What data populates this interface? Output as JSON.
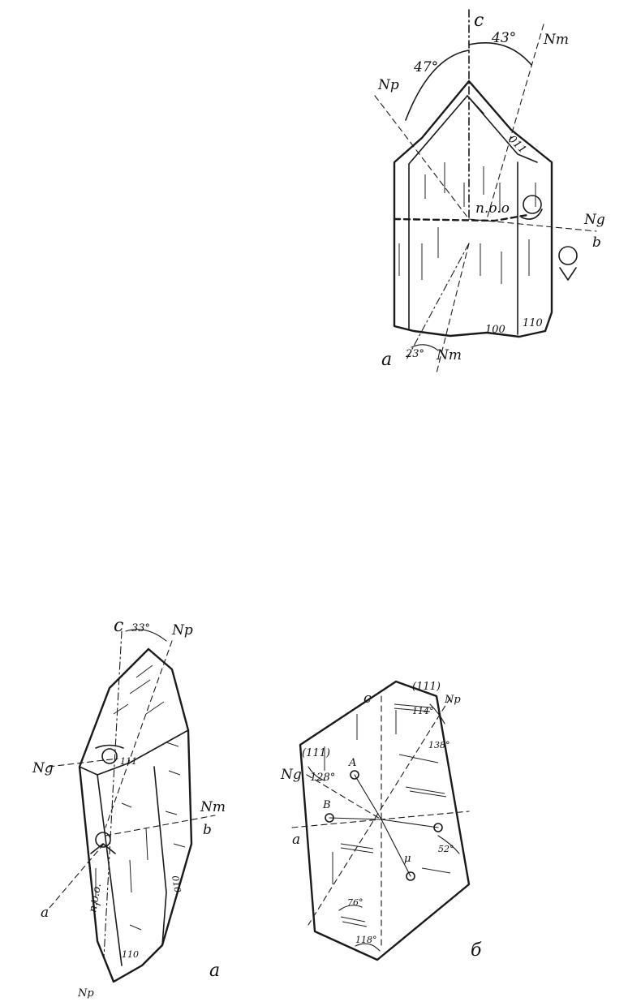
{
  "figure_top": {
    "axis_c": "c",
    "angle_c_np": "47°",
    "angle_c_nm": "43°",
    "ray_np": "Np",
    "ray_nm_top": "Nm",
    "face_011": "011",
    "plane_label": "n.o.o",
    "ray_ng": "Ng",
    "axis_b": "b",
    "face_100": "100",
    "face_110": "110",
    "axis_a": "a",
    "angle_a_nm": "23°",
    "ray_nm_bottom": "Nm"
  },
  "figure_a": {
    "axis_c": "c",
    "angle_c_np": "33°",
    "ray_np_top": "Np",
    "face_111": "111",
    "ray_ng": "Ng",
    "ray_nm": "Nm",
    "axis_b": "b",
    "axis_a": "a",
    "plane_label": "n.o.o.",
    "face_010": "010",
    "face_110": "110",
    "ray_np_bottom": "Np",
    "caption": "a"
  },
  "figure_b": {
    "face_111_top": "(111)",
    "ray_np": "Np",
    "axis_c": "c",
    "face_111_left": "(111)",
    "ray_ng": "Ng",
    "angle_114": "114°",
    "angle_138": "138°",
    "angle_128": "128°",
    "optic_axis_a": "A",
    "optic_axis_b": "B",
    "axis_a": "a",
    "angle_52": "52°",
    "angle_mu": "μ",
    "angle_76": "76°",
    "angle_118": "118°",
    "caption": "б"
  }
}
